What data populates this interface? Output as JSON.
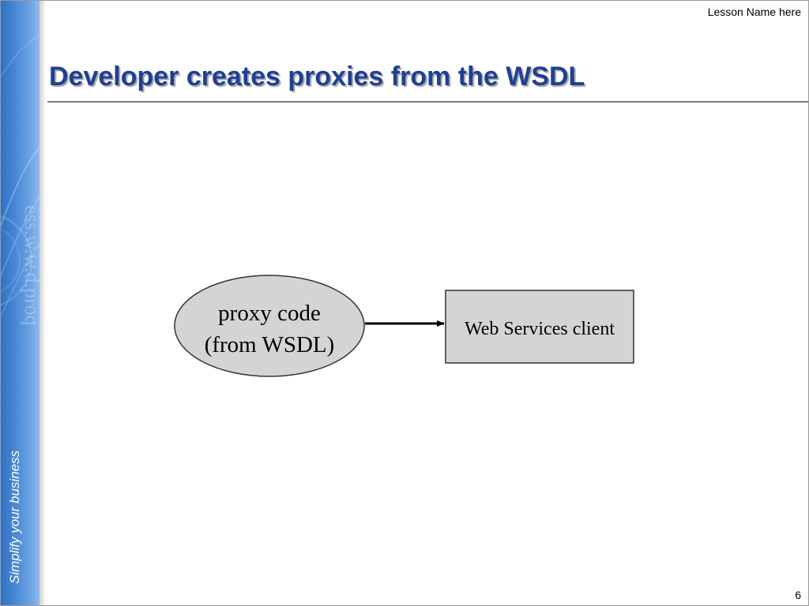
{
  "header": {
    "lesson_label": "Lesson Name here"
  },
  "sidebar": {
    "tagline": "Simplify your business",
    "watermark_icon": "swirl-watermark"
  },
  "title": "Developer creates proxies from the WSDL",
  "diagram": {
    "source_node": {
      "shape": "ellipse",
      "lines": [
        "proxy code",
        "(from WSDL)"
      ]
    },
    "target_node": {
      "shape": "rectangle",
      "label": "Web Services client"
    },
    "edge": {
      "from": "source_node",
      "to": "target_node",
      "style": "solid-arrow"
    }
  },
  "footer": {
    "page_number": "6"
  },
  "colors": {
    "title": "#1f3f96",
    "band": "#4a89d6",
    "node_fill": "#d4d4d4",
    "node_stroke": "#333333"
  }
}
